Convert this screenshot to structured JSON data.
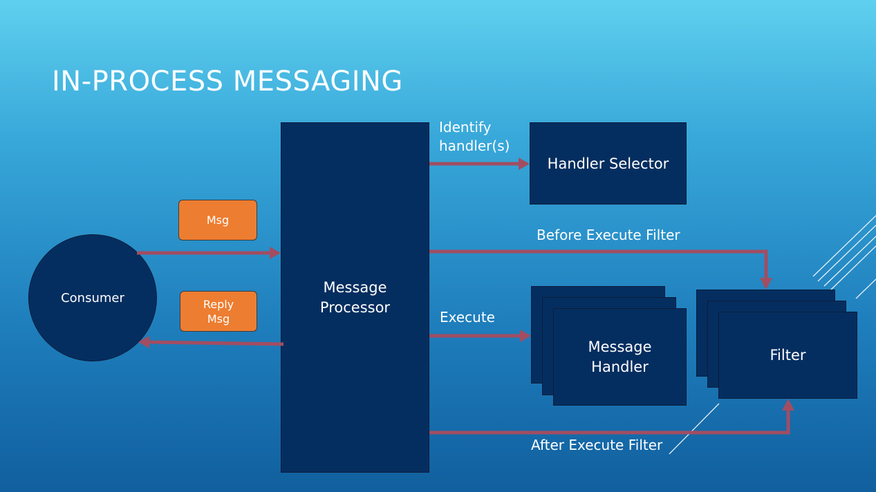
{
  "slide": {
    "title": "IN-PROCESS MESSAGING"
  },
  "diagram": {
    "consumer": "Consumer",
    "msg": "Msg",
    "reply_msg": "Reply Msg",
    "processor": "Message Processor",
    "handler_selector": "Handler Selector",
    "message_handler": "Message Handler",
    "filter": "Filter",
    "edges": {
      "identify": "Identify handler(s)",
      "before": "Before Execute Filter",
      "execute": "Execute",
      "after": "After Execute Filter"
    }
  },
  "colors": {
    "block": "#052e60",
    "arrow": "#a24d62",
    "msg_box": "#ed7d31"
  }
}
